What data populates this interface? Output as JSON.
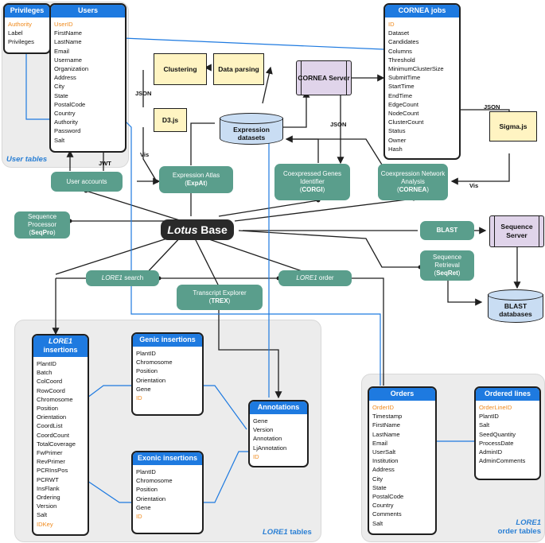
{
  "tables": {
    "privileges": {
      "title": "Privileges",
      "fields": [
        {
          "name": "Authority",
          "key": true
        },
        {
          "name": "Label"
        },
        {
          "name": "Privileges"
        }
      ]
    },
    "users": {
      "title": "Users",
      "fields": [
        {
          "name": "UserID",
          "key": true
        },
        {
          "name": "FirstName"
        },
        {
          "name": "LastName"
        },
        {
          "name": "Email"
        },
        {
          "name": "Username"
        },
        {
          "name": "Organization"
        },
        {
          "name": "Address"
        },
        {
          "name": "City"
        },
        {
          "name": "State"
        },
        {
          "name": "PostalCode"
        },
        {
          "name": "Country"
        },
        {
          "name": "Authority"
        },
        {
          "name": "Password"
        },
        {
          "name": "Salt"
        }
      ]
    },
    "cornea_jobs": {
      "title": "CORNEA jobs",
      "fields": [
        {
          "name": "ID",
          "key": true
        },
        {
          "name": "Dataset"
        },
        {
          "name": "Candidates"
        },
        {
          "name": "Columns"
        },
        {
          "name": "Threshold"
        },
        {
          "name": "MinimumClusterSize"
        },
        {
          "name": "SubmitTime"
        },
        {
          "name": "StartTime"
        },
        {
          "name": "EndTime"
        },
        {
          "name": "EdgeCount"
        },
        {
          "name": "NodeCount"
        },
        {
          "name": "ClusterCount"
        },
        {
          "name": "Status"
        },
        {
          "name": "Owner"
        },
        {
          "name": "Hash"
        }
      ]
    },
    "lore1_insertions": {
      "title_italic": "LORE1",
      "title_rest": "insertions",
      "fields": [
        {
          "name": "PlantID"
        },
        {
          "name": "Batch"
        },
        {
          "name": "ColCoord"
        },
        {
          "name": "RowCoord"
        },
        {
          "name": "Chromosome"
        },
        {
          "name": "Position"
        },
        {
          "name": "Orientation"
        },
        {
          "name": "CoordList"
        },
        {
          "name": "CoordCount"
        },
        {
          "name": "TotalCoverage"
        },
        {
          "name": "FwPrimer"
        },
        {
          "name": "RevPrimer"
        },
        {
          "name": "PCRInsPos"
        },
        {
          "name": "PCRWT"
        },
        {
          "name": "InsFlank"
        },
        {
          "name": "Ordering"
        },
        {
          "name": "Version"
        },
        {
          "name": "Salt"
        },
        {
          "name": "IDKey",
          "key": true
        }
      ]
    },
    "genic_insertions": {
      "title": "Genic insertions",
      "fields": [
        {
          "name": "PlantID"
        },
        {
          "name": "Chromosome"
        },
        {
          "name": "Position"
        },
        {
          "name": "Orientation"
        },
        {
          "name": "Gene"
        },
        {
          "name": "ID",
          "key": true
        }
      ]
    },
    "exonic_insertions": {
      "title": "Exonic insertions",
      "fields": [
        {
          "name": "PlantID"
        },
        {
          "name": "Chromosome"
        },
        {
          "name": "Position"
        },
        {
          "name": "Orientation"
        },
        {
          "name": "Gene"
        },
        {
          "name": "ID",
          "key": true
        }
      ]
    },
    "annotations": {
      "title": "Annotations",
      "fields": [
        {
          "name": "Gene"
        },
        {
          "name": "Version"
        },
        {
          "name": "Annotation"
        },
        {
          "name": "LjAnnotation"
        },
        {
          "name": "ID",
          "key": true
        }
      ]
    },
    "orders": {
      "title": "Orders",
      "fields": [
        {
          "name": "OrderID",
          "key": true
        },
        {
          "name": "Timestamp"
        },
        {
          "name": "FirstName"
        },
        {
          "name": "LastName"
        },
        {
          "name": "Email"
        },
        {
          "name": "UserSalt"
        },
        {
          "name": "Institution"
        },
        {
          "name": "Address"
        },
        {
          "name": "City"
        },
        {
          "name": "State"
        },
        {
          "name": "PostalCode"
        },
        {
          "name": "Country"
        },
        {
          "name": "Comments"
        },
        {
          "name": "Salt"
        }
      ]
    },
    "ordered_lines": {
      "title": "Ordered lines",
      "fields": [
        {
          "name": "OrderLineID",
          "key": true
        },
        {
          "name": "PlantID"
        },
        {
          "name": "Salt"
        },
        {
          "name": "SeedQuantity"
        },
        {
          "name": "ProcessDate"
        },
        {
          "name": "AdminID"
        },
        {
          "name": "AdminComments"
        }
      ]
    }
  },
  "regions": {
    "user_tables": "User tables",
    "lore1_tables_italic": "LORE1",
    "lore1_tables_rest": "tables",
    "order_tables_italic": "LORE1",
    "order_tables_rest": "order tables"
  },
  "center": {
    "italic": "Lotus",
    "rest": "Base"
  },
  "processes": {
    "user_accounts": "User accounts",
    "expression_atlas": "Expression Atlas",
    "expression_atlas_abbr": "ExpAt",
    "corgi": "Coexpressed Genes Identifier",
    "corgi_abbr": "CORGI",
    "cornea": "Coexpression Network Analysis",
    "cornea_abbr": "CORNEA",
    "seqpro": "Sequence Processor",
    "seqpro_abbr": "SeqPro",
    "blast": "BLAST",
    "seqret": "Sequence Retrieval",
    "seqret_abbr": "SeqRet",
    "lore1_search_italic": "LORE1",
    "lore1_search_rest": "search",
    "lore1_order_italic": "LORE1",
    "lore1_order_rest": "order",
    "trex": "Transcript Explorer",
    "trex_abbr": "TREX"
  },
  "notes": {
    "clustering": "Clustering",
    "data_parsing": "Data parsing",
    "d3js": "D3.js",
    "sigmajs": "Sigma.js"
  },
  "servers": {
    "cornea_server": "CORNEA Server",
    "sequence_server": "Sequence Server"
  },
  "databases": {
    "expression": "Expression datasets",
    "blast": "BLAST databases"
  },
  "edge_labels": {
    "json1": "JSON",
    "json2": "JSON",
    "json3": "JSON",
    "vis1": "Vis",
    "vis2": "Vis",
    "jwt": "JWT"
  },
  "colors": {
    "table_header": "#1e7ae0",
    "process": "#5a9e8c",
    "note": "#fff4c2",
    "server": "#e0d4ea",
    "database": "#c9ddf3",
    "key_field": "#f08a1c",
    "link_blue": "#1e7ae0"
  }
}
